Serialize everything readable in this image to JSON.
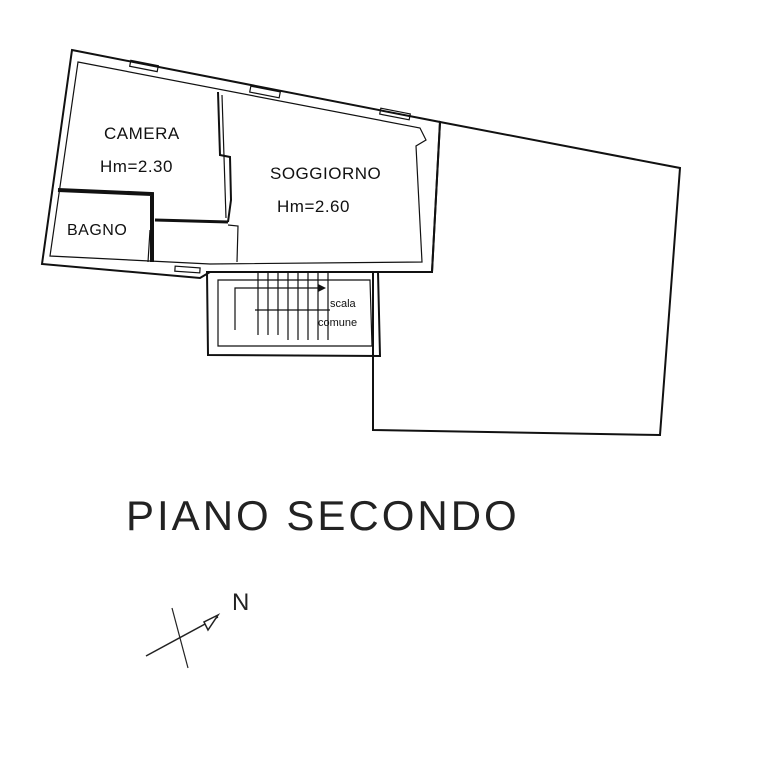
{
  "rooms": {
    "camera": {
      "name": "CAMERA",
      "height": "Hm=2.30"
    },
    "soggiorno": {
      "name": "SOGGIORNO",
      "height": "Hm=2.60"
    },
    "bagno": {
      "name": "BAGNO"
    },
    "stairs": {
      "line1": "scala",
      "line2": "comune"
    }
  },
  "title": "PIANO SECONDO",
  "north_label": "N"
}
